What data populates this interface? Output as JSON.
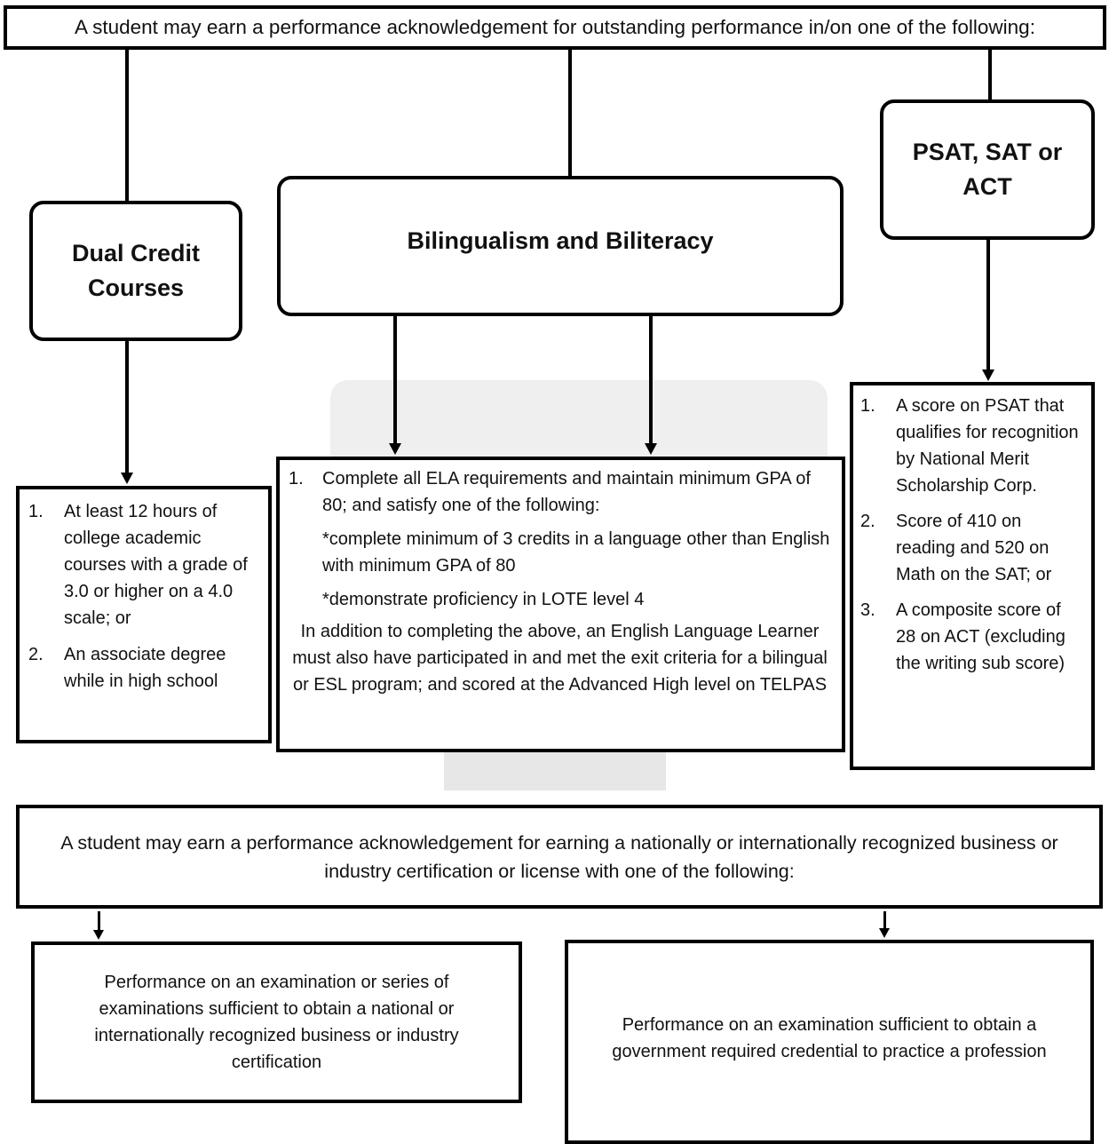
{
  "header_text": "A student may earn a performance acknowledgement for outstanding performance in/on one of the following:",
  "dual_credit": {
    "title_line1": "Dual Credit",
    "title_line2": "Courses",
    "items": [
      {
        "num": "1.",
        "text": "At least 12 hours of college academic courses with a grade of 3.0 or higher on a 4.0 scale; or"
      },
      {
        "num": "2.",
        "text": "An associate degree while in high school"
      }
    ]
  },
  "bilingual": {
    "title": "Bilingualism and Biliteracy",
    "item_num": "1.",
    "item_text": "Complete all ELA requirements and maintain minimum GPA of 80; and satisfy one of the following:",
    "option1": "*complete minimum of 3 credits in  a language other than English  with minimum GPA of 80",
    "option2": "*demonstrate proficiency in LOTE level 4",
    "additional": "In addition to completing the above, an English Language Learner must also have participated in and met the exit criteria for a bilingual or ESL program; and scored at the Advanced High level on TELPAS"
  },
  "psat": {
    "title_line1": "PSAT, SAT or",
    "title_line2": "ACT",
    "items": [
      {
        "num": "1.",
        "text": "A score on PSAT that qualifies for recognition by National Merit Scholarship Corp."
      },
      {
        "num": "2.",
        "text": "Score of 410 on reading and 520 on Math on the SAT; or"
      },
      {
        "num": "3.",
        "text": "A composite score of 28 on ACT (excluding the writing sub score)"
      }
    ]
  },
  "certification": {
    "header": "A student may earn a performance acknowledgement for earning a nationally or internationally recognized business or industry certification or license with one of the following:",
    "option_left": "Performance on an examination or series of examinations sufficient to obtain a national or internationally recognized business or industry certification",
    "option_right": "Performance on an examination sufficient to obtain a government required credential to practice a profession"
  }
}
